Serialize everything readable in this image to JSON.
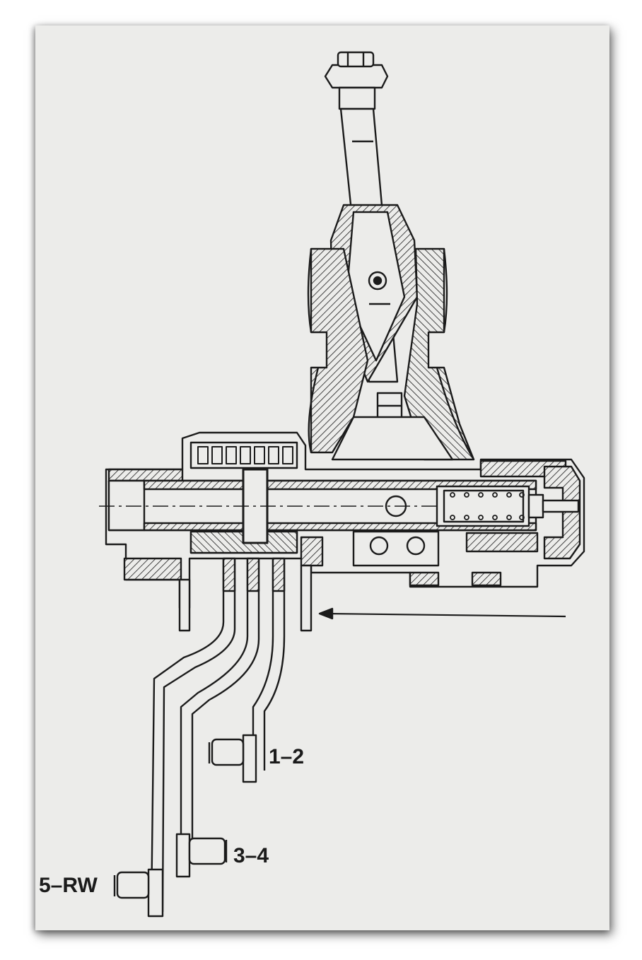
{
  "diagram": {
    "labels": {
      "gear_12": "1–2",
      "gear_34": "3–4",
      "gear_5rw": "5–RW"
    },
    "colors": {
      "paper": "#ececea",
      "ink": "#1b1b1b"
    }
  }
}
